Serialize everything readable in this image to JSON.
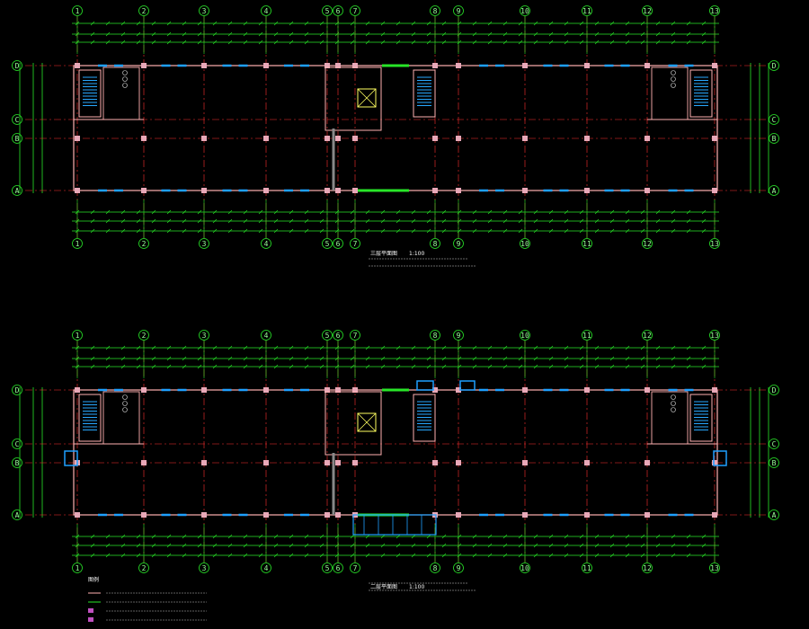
{
  "colors": {
    "background": "#000000",
    "axis": "#ff3030",
    "dimension": "#28e628",
    "wall": "#ffb0b0",
    "window": "#1ea0ff",
    "column": "#e8a8b8",
    "stair": "#28a8ff",
    "text": "#ffffff",
    "elevator": "#ffff60"
  },
  "axes": {
    "columns": [
      "1",
      "2",
      "3",
      "4",
      "5",
      "6",
      "7",
      "8",
      "9",
      "10",
      "11",
      "12",
      "13"
    ],
    "rows_top": [
      "D",
      "C",
      "B",
      "A"
    ]
  },
  "plans": [
    {
      "id": "upper",
      "title": "三层平面图",
      "scale": "1:100"
    },
    {
      "id": "lower",
      "title": "二层平面图",
      "scale": "1:100"
    }
  ],
  "legend": {
    "title": "图例"
  }
}
